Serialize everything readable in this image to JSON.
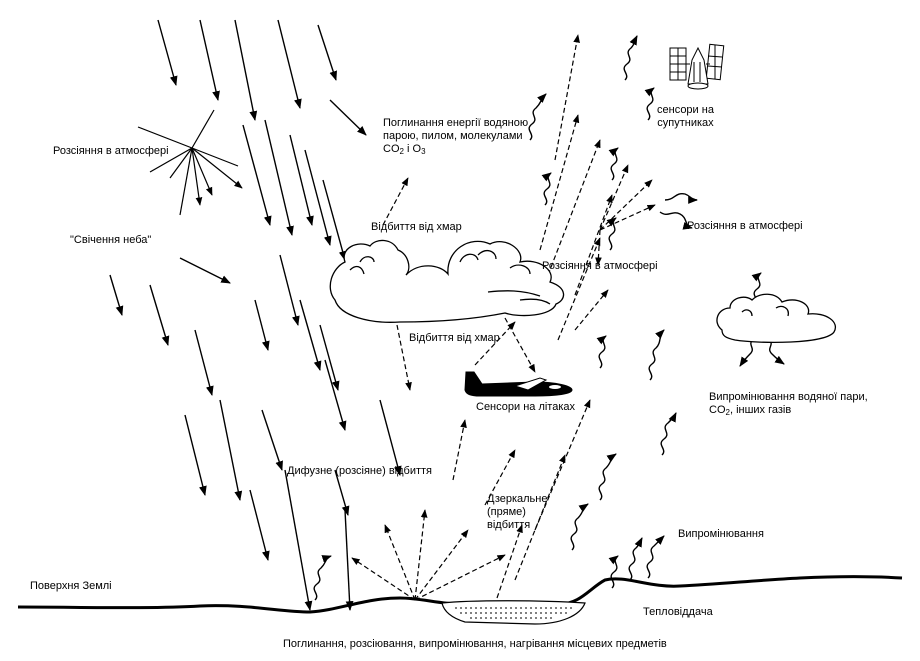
{
  "labels": {
    "scattering_left": "Розсіяння в атмосфері",
    "absorption_line1": "Поглинання енергії водяною",
    "absorption_line2": "парою, пилом, молекулами",
    "absorption_co2": "CO",
    "absorption_co2_sub": "2",
    "absorption_and": " і O",
    "absorption_o3_sub": "3",
    "satellite_sensors": "сенсори на\nсупутниках",
    "scattering_right": "Розсіяння в атмосфері",
    "sky_glow": "\"Свічення неба\"",
    "cloud_reflection_top": "Відбиття від хмар",
    "scattering_center": "Розсіяння в атмосфері",
    "cloud_reflection_bottom": "Відбиття від хмар",
    "aircraft_sensors": "Сенсори на літаках",
    "gas_emission_line1": "Випромінювання водяної пари,",
    "gas_emission_co2": "CO",
    "gas_emission_co2_sub": "2",
    "gas_emission_rest": ", інших газів",
    "diffuse_reflection": "Дифузне (розсіяне) відбиття",
    "specular_reflection": "Дзеркальне\n(пряме)\nвідбиття",
    "emission": "Випромінювання",
    "earth_surface": "Поверхня Землі",
    "heat_transfer": "Тепловіддача",
    "bottom_caption": "Поглинання, розсіювання, випромінювання, нагрівання місцевих предметів"
  },
  "icons": [
    "satellite-icon",
    "airplane-icon",
    "cloud-icon"
  ]
}
